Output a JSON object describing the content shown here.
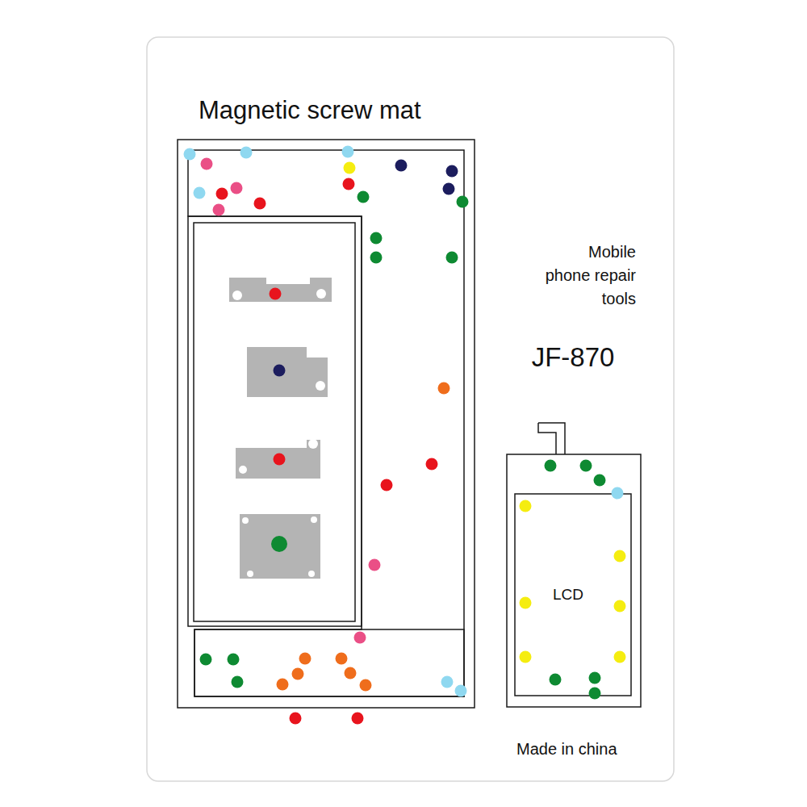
{
  "diagram": {
    "title": "Magnetic screw mat",
    "nodes": [
      {
        "text": [
          "LCD"
        ]
      }
    ],
    "labels": [
      "Mobile phone repair tools",
      "JF-870",
      "Made in china"
    ]
  }
}
